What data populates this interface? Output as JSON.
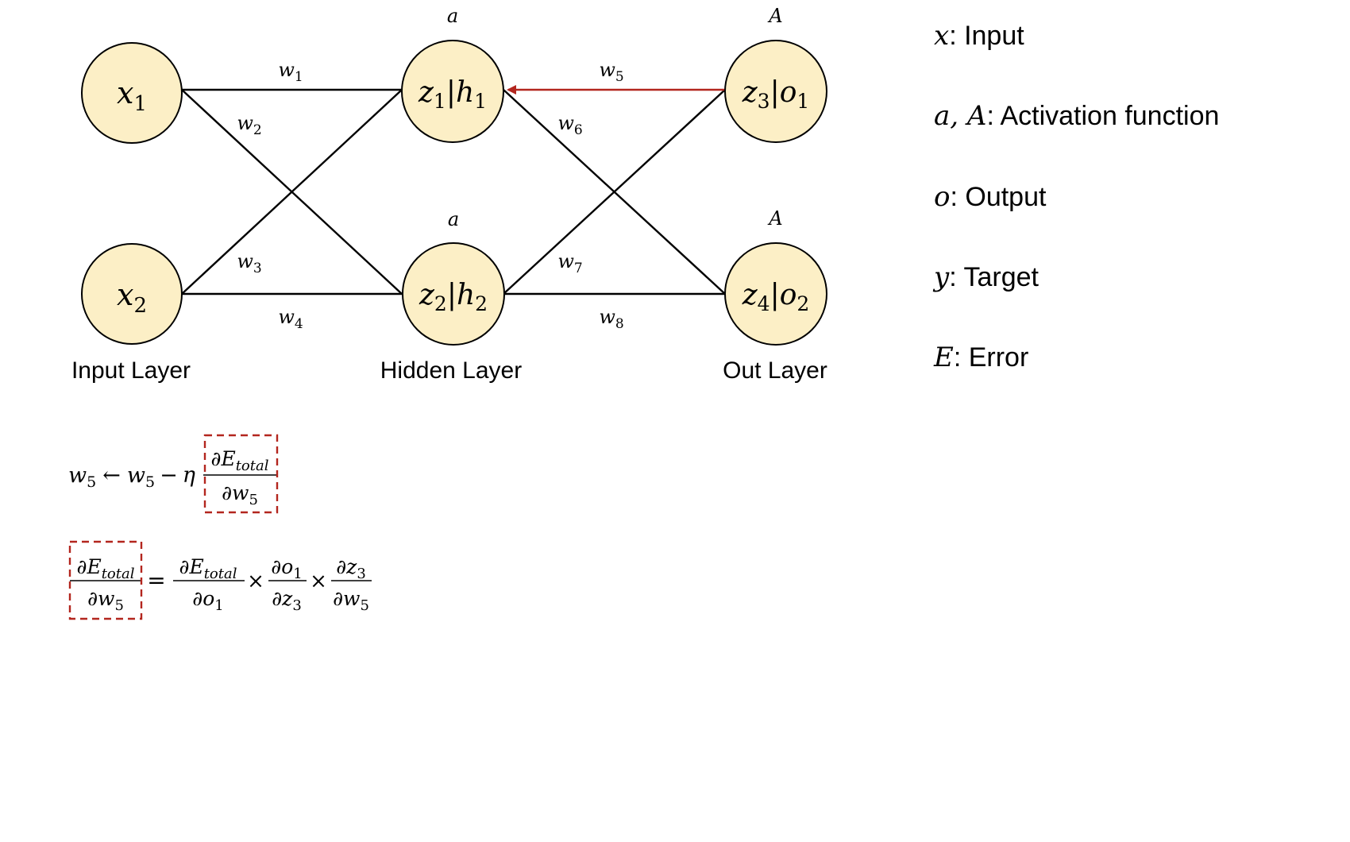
{
  "colors": {
    "node_fill": "#fcefc6",
    "highlight": "#b3261e",
    "line": "#000000"
  },
  "nodes": {
    "x1": {
      "var": "x",
      "sub": "1"
    },
    "x2": {
      "var": "x",
      "sub": "2"
    },
    "h1": {
      "var1": "z",
      "sub1": "1",
      "sep": "|",
      "var2": "h",
      "sub2": "1"
    },
    "h2": {
      "var1": "z",
      "sub1": "2",
      "sep": "|",
      "var2": "h",
      "sub2": "2"
    },
    "o1": {
      "var1": "z",
      "sub1": "3",
      "sep": "|",
      "var2": "o",
      "sub2": "1"
    },
    "o2": {
      "var1": "z",
      "sub1": "4",
      "sep": "|",
      "var2": "o",
      "sub2": "2"
    }
  },
  "activations": {
    "hidden_top": "a",
    "hidden_bottom": "a",
    "out_top": "A",
    "out_bottom": "A"
  },
  "weights": {
    "w1": {
      "var": "w",
      "sub": "1"
    },
    "w2": {
      "var": "w",
      "sub": "2"
    },
    "w3": {
      "var": "w",
      "sub": "3"
    },
    "w4": {
      "var": "w",
      "sub": "4"
    },
    "w5": {
      "var": "w",
      "sub": "5"
    },
    "w6": {
      "var": "w",
      "sub": "6"
    },
    "w7": {
      "var": "w",
      "sub": "7"
    },
    "w8": {
      "var": "w",
      "sub": "8"
    }
  },
  "layer_labels": {
    "input": "Input Layer",
    "hidden": "Hidden Layer",
    "out": "Out Layer"
  },
  "legend": [
    {
      "symbol": "x",
      "text": ": Input"
    },
    {
      "symbol": "a, A",
      "text": ": Activation function"
    },
    {
      "symbol": "o",
      "text": ": Output"
    },
    {
      "symbol": "y",
      "text": ": Target"
    },
    {
      "symbol": "E",
      "text": ": Error"
    }
  ],
  "equation1": {
    "w": "w",
    "sub": "5",
    "arrow": "←",
    "minus": "−",
    "eta": "η",
    "partial": "∂",
    "E": "E",
    "total": "total"
  },
  "equation2": {
    "partial": "∂",
    "E": "E",
    "total": "total",
    "w": "w",
    "w_sub": "5",
    "o": "o",
    "o_sub": "1",
    "z": "z",
    "z_sub": "3",
    "equals": "=",
    "times": "×"
  }
}
